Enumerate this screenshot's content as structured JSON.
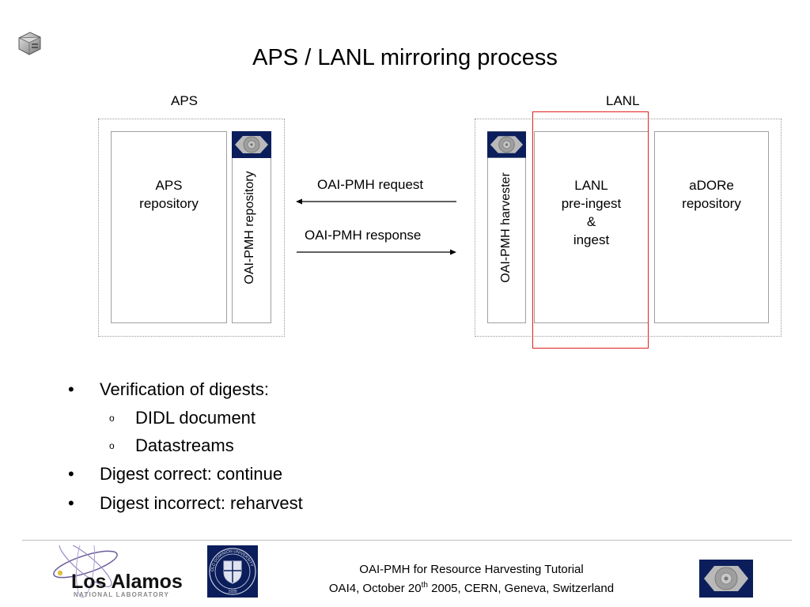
{
  "slide": {
    "title": "APS / LANL mirroring process"
  },
  "diagram": {
    "aps_label": "APS",
    "lanl_label": "LANL",
    "aps_repository": [
      "APS",
      "repository"
    ],
    "oai_repository": "OAI-PMH  repository",
    "oai_harvester": "OAI-PMH  harvester",
    "lanl_ingest": [
      "LANL",
      "pre-ingest",
      "&",
      "ingest"
    ],
    "adore_repository": [
      "aDORe",
      "repository"
    ],
    "request_label": "OAI-PMH request",
    "response_label": "OAI-PMH response"
  },
  "bullets": [
    {
      "level": 1,
      "marker": "•",
      "text": "Verification of digests:"
    },
    {
      "level": 2,
      "marker": "o",
      "text": "DIDL document"
    },
    {
      "level": 2,
      "marker": "o",
      "text": "Datastreams"
    },
    {
      "level": 1,
      "marker": "•",
      "text": "Digest correct: continue"
    },
    {
      "level": 1,
      "marker": "•",
      "text": "Digest incorrect: reharvest"
    }
  ],
  "footer": {
    "line1": "OAI-PMH for Resource Harvesting Tutorial",
    "line2_pre": "OAI4, October 20",
    "line2_sup": "th",
    "line2_post": " 2005, CERN, Geneva, Switzerland",
    "logo_text": "Los Alamos",
    "logo_subtext": "NATIONAL LABORATORY",
    "seal_text": "OLD DOMINION UNIVERSITY",
    "seal_year": "1930"
  },
  "colors": {
    "navy": "#0b1e5b",
    "highlight_red": "#e02020",
    "border_gray": "#a0a0a0"
  },
  "icons": [
    "server-icon",
    "disk-icon",
    "disk-icon",
    "disk-icon"
  ]
}
